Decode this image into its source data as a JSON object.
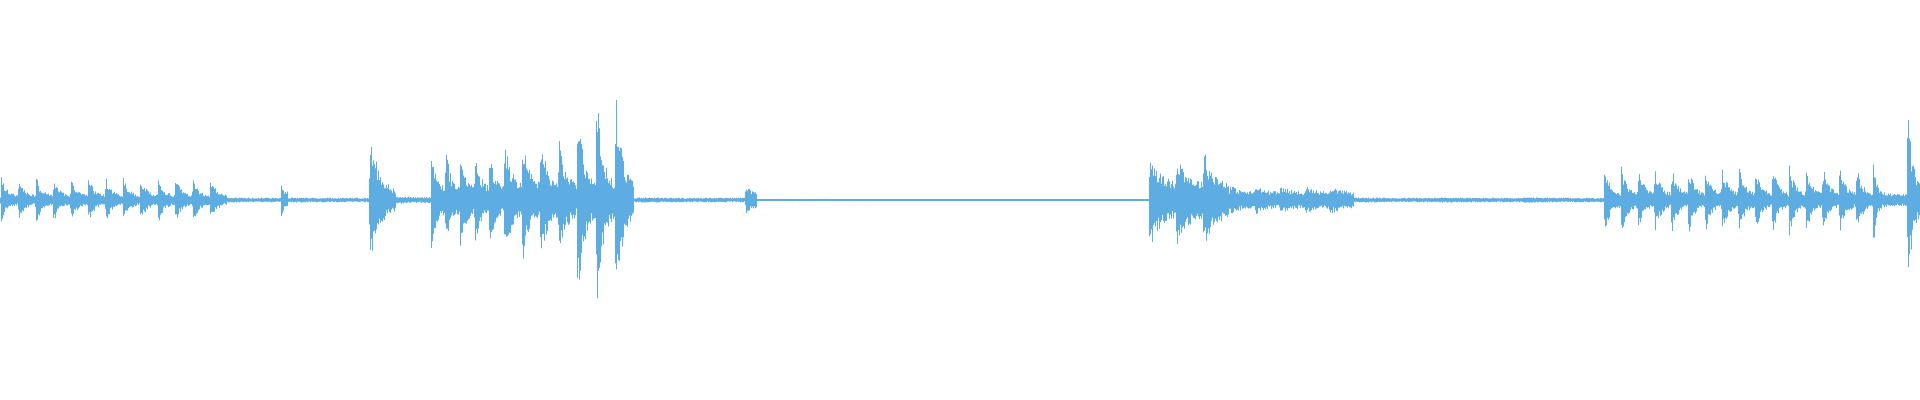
{
  "waveform": {
    "color": "#5dade2",
    "background": "#ffffff",
    "duration_fraction_segments": [
      {
        "start": 0.0,
        "end": 0.118,
        "level": 0.2,
        "burstiness": 0.85,
        "bursts": 13
      },
      {
        "start": 0.118,
        "end": 0.146,
        "level": 0.02,
        "burstiness": 0.2,
        "bursts": 1
      },
      {
        "start": 0.146,
        "end": 0.15,
        "level": 0.15,
        "burstiness": 0.6,
        "bursts": 1
      },
      {
        "start": 0.15,
        "end": 0.192,
        "level": 0.02,
        "burstiness": 0.2,
        "bursts": 1
      },
      {
        "start": 0.192,
        "end": 0.206,
        "level": 0.6,
        "burstiness": 0.9,
        "bursts": 1
      },
      {
        "start": 0.206,
        "end": 0.224,
        "level": 0.03,
        "burstiness": 0.3,
        "bursts": 1
      },
      {
        "start": 0.224,
        "end": 0.262,
        "level": 0.45,
        "burstiness": 0.8,
        "bursts": 5
      },
      {
        "start": 0.262,
        "end": 0.3,
        "level": 0.55,
        "burstiness": 0.8,
        "bursts": 4
      },
      {
        "start": 0.3,
        "end": 0.33,
        "level": 0.95,
        "burstiness": 0.9,
        "bursts": 3
      },
      {
        "start": 0.33,
        "end": 0.388,
        "level": 0.02,
        "burstiness": 0.2,
        "bursts": 1
      },
      {
        "start": 0.388,
        "end": 0.394,
        "level": 0.12,
        "burstiness": 0.5,
        "bursts": 1
      },
      {
        "start": 0.394,
        "end": 0.598,
        "level": 0.008,
        "burstiness": 0.1,
        "bursts": 1
      },
      {
        "start": 0.598,
        "end": 0.64,
        "level": 0.42,
        "burstiness": 0.7,
        "bursts": 3
      },
      {
        "start": 0.64,
        "end": 0.705,
        "level": 0.12,
        "burstiness": 0.5,
        "bursts": 5
      },
      {
        "start": 0.705,
        "end": 0.835,
        "level": 0.02,
        "burstiness": 0.2,
        "bursts": 3
      },
      {
        "start": 0.835,
        "end": 0.975,
        "level": 0.3,
        "burstiness": 0.85,
        "bursts": 16
      },
      {
        "start": 0.975,
        "end": 0.98,
        "level": 0.48,
        "burstiness": 0.9,
        "bursts": 1
      },
      {
        "start": 0.98,
        "end": 0.993,
        "level": 0.06,
        "burstiness": 0.3,
        "bursts": 1
      },
      {
        "start": 0.993,
        "end": 1.0,
        "level": 0.88,
        "burstiness": 0.9,
        "bursts": 1
      }
    ]
  }
}
